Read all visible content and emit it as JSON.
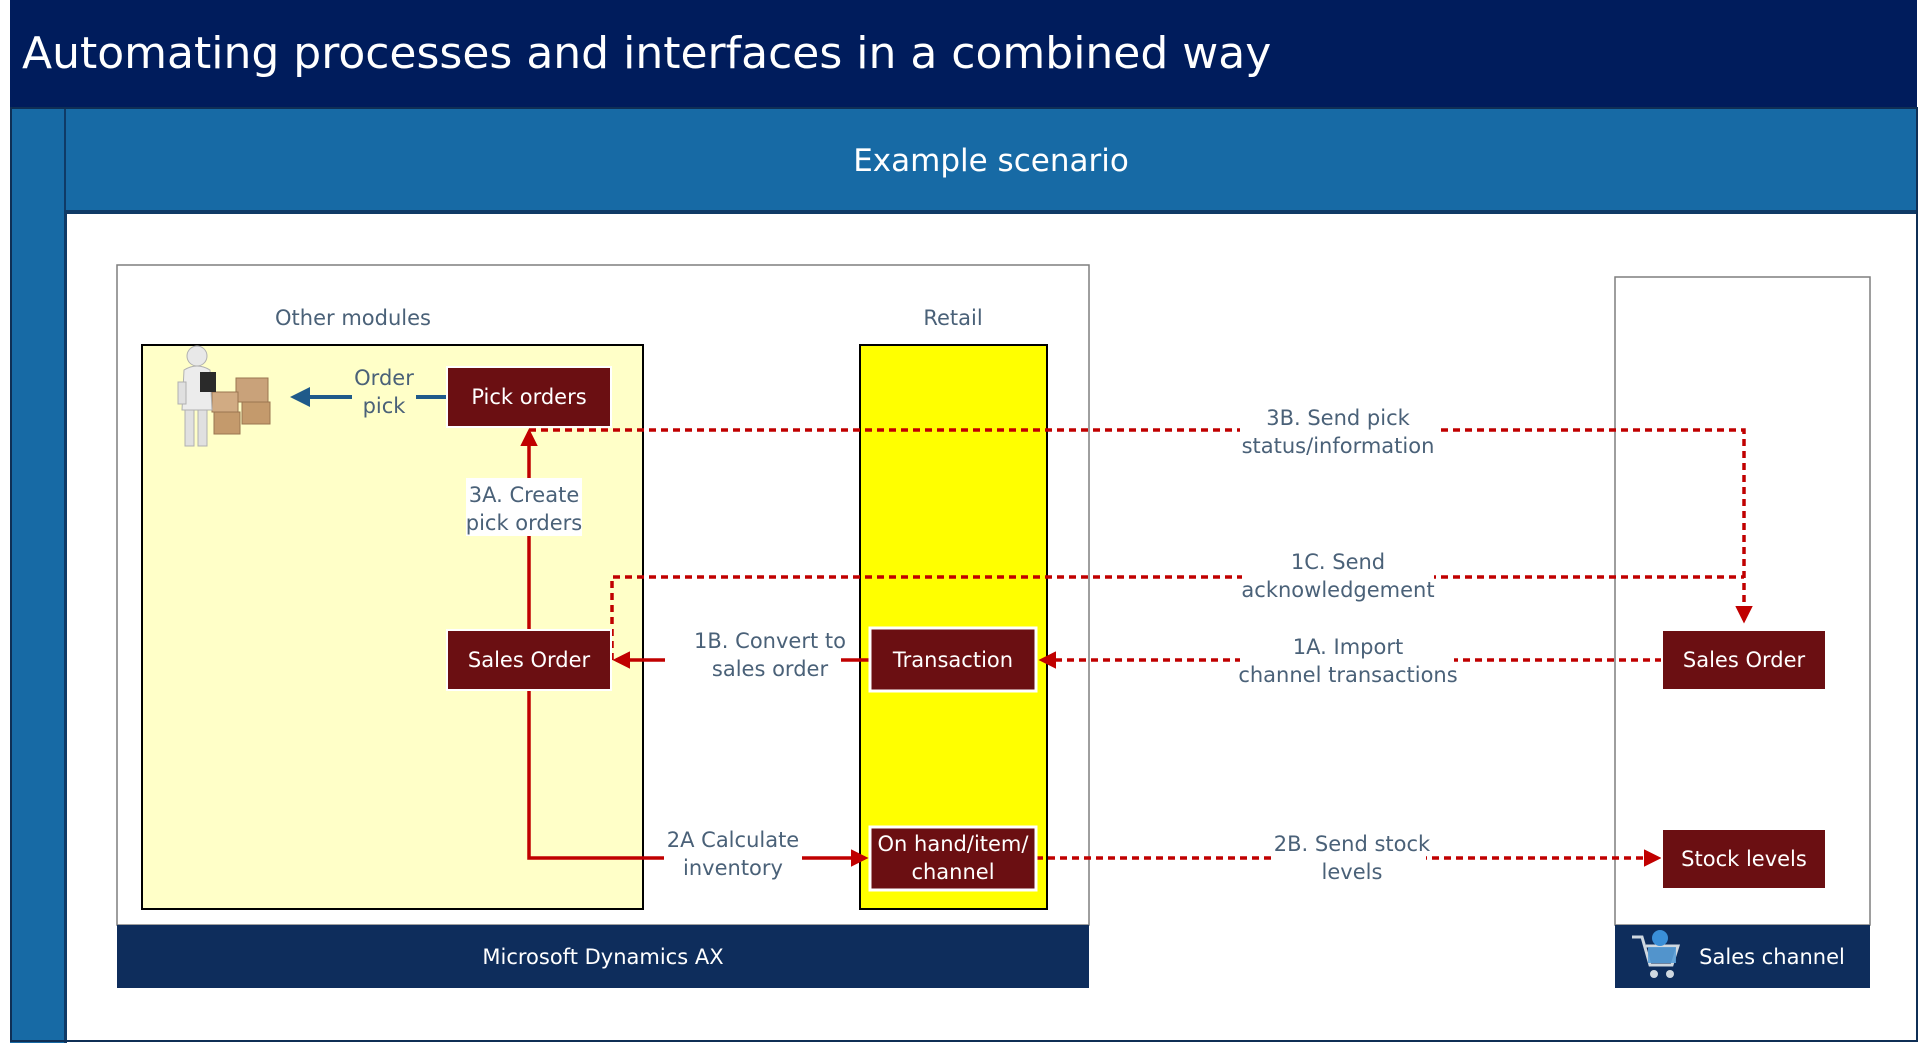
{
  "title": "Automating processes and interfaces in a combined way",
  "subtitle": "Example scenario",
  "colors": {
    "header_bg": "#001c5c",
    "band_blue": "#176aa5",
    "footer_bg": "#0e2d5c",
    "module_bg": "#ffffc8",
    "retail_bg": "#ffff00",
    "node_fill": "#6b0f12",
    "connector_red": "#c00000",
    "arrow_blue": "#1f5a8a",
    "label_text": "#4a6178"
  },
  "groups": {
    "other_modules": "Other modules",
    "retail": "Retail",
    "dynamics_footer": "Microsoft Dynamics AX",
    "sales_channel_footer": "Sales channel"
  },
  "nodes": {
    "pick_orders": "Pick orders",
    "sales_order_ax": "Sales Order",
    "transaction": "Transaction",
    "on_hand_line1": "On hand/item/",
    "on_hand_line2": "channel",
    "sales_order_channel": "Sales Order",
    "stock_levels": "Stock levels"
  },
  "labels": {
    "order_pick_1": "Order",
    "order_pick_2": "pick",
    "create_pick_1": "3A. Create",
    "create_pick_2": "pick orders",
    "send_pick_1": "3B. Send pick",
    "send_pick_2": "status/information",
    "send_ack_1": "1C. Send",
    "send_ack_2": "acknowledgement",
    "convert_1": "1B. Convert to",
    "convert_2": "sales order",
    "import_1": "1A. Import",
    "import_2": "channel transactions",
    "calc_1": "2A Calculate",
    "calc_2": "inventory",
    "stock_1": "2B. Send stock",
    "stock_2": "levels"
  },
  "icons": {
    "warehouse_worker": "warehouse-worker-icon",
    "shopping_cart": "shopping-cart-icon"
  }
}
